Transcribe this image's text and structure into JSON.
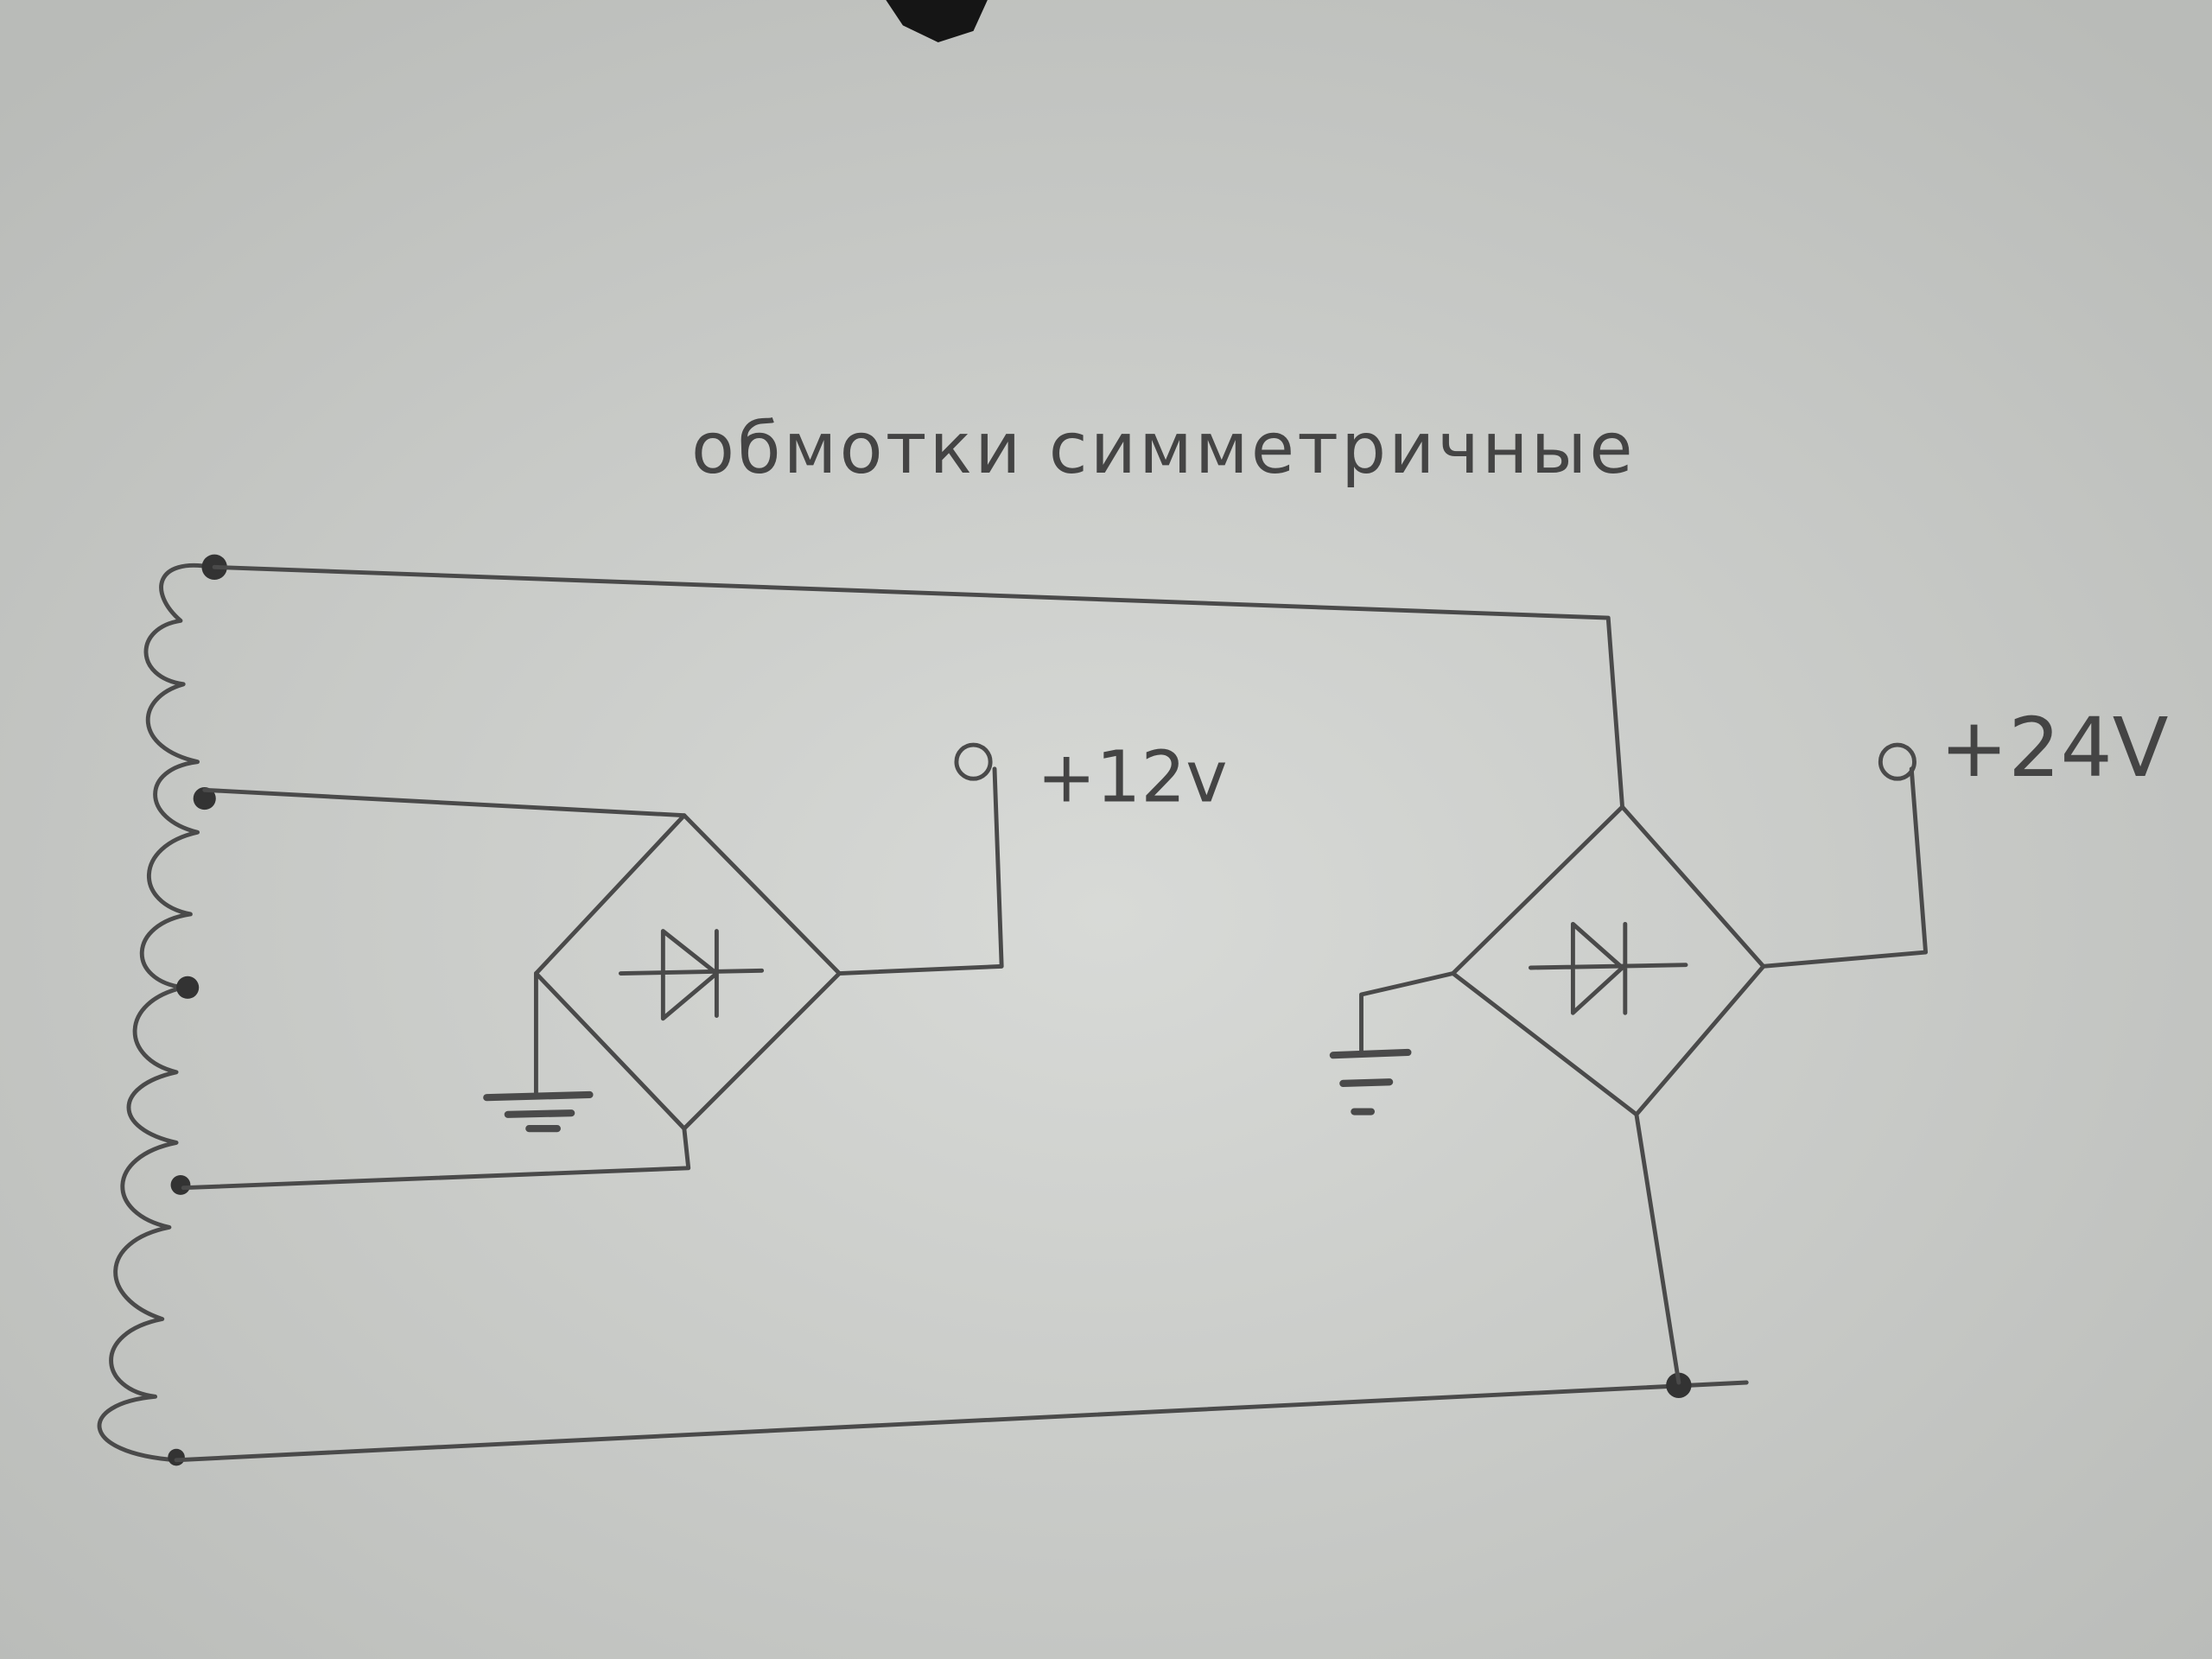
{
  "title": "обмотки симметричные",
  "outputs": [
    {
      "label": "+12v"
    },
    {
      "label": "+24V"
    }
  ],
  "colors": {
    "paper": "#c9cbc8",
    "pencil": "#4a4a4a"
  }
}
